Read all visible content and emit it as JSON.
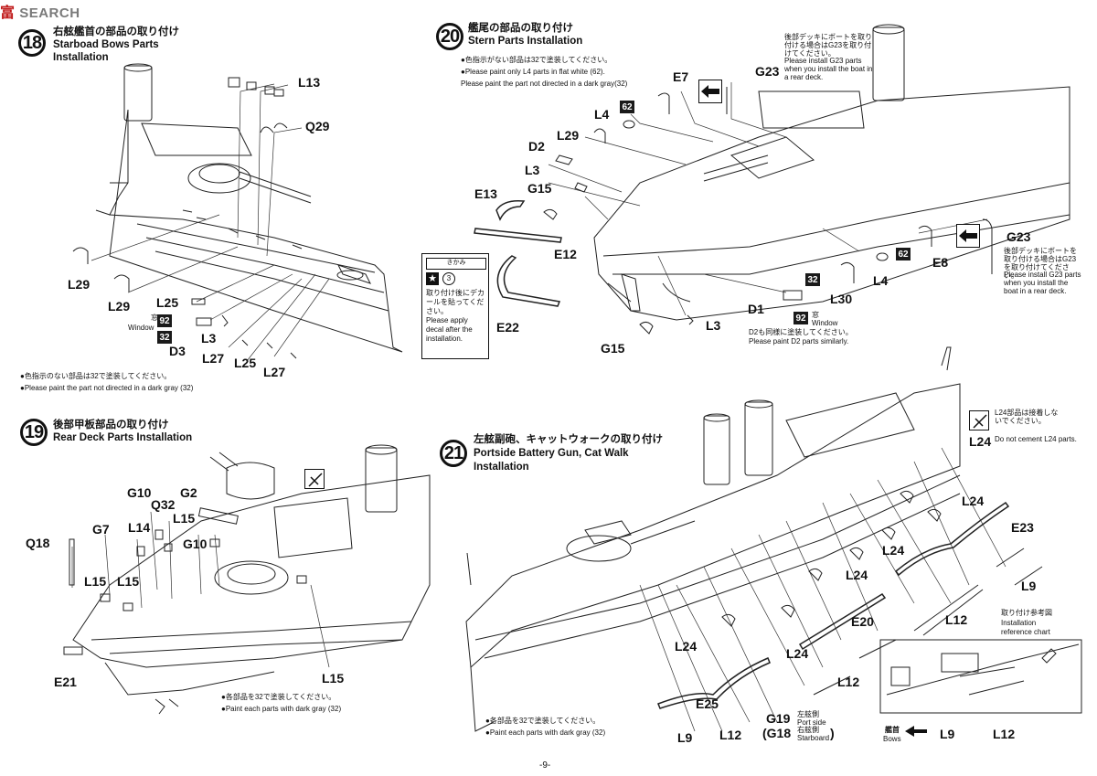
{
  "header": {
    "logo_char": "富",
    "logo_text": "SEARCH"
  },
  "step18": {
    "number": "18",
    "title_jp": "右舷艦首の部品の取り付け",
    "title_en_1": "Starboad Bows Parts",
    "title_en_2": "Installation",
    "note_jp": "●色指示のない部品は32で塗装してください。",
    "note_en": "●Please paint the part not directed in a dark gray (32)",
    "window_jp": "窓",
    "window_en": "Window",
    "paint_window": "92",
    "paint_gray": "32",
    "labels": [
      "L13",
      "Q29",
      "L29",
      "L29",
      "L25",
      "D3",
      "L3",
      "L27",
      "L25",
      "L27"
    ]
  },
  "step19": {
    "number": "19",
    "title_jp": "後部甲板部品の取り付け",
    "title_en": "Rear Deck Parts Installation",
    "note_jp": "●各部品を32で塗装してください。",
    "note_en": "●Paint each parts with dark gray (32)",
    "labels": [
      "G10",
      "Q32",
      "G2",
      "L15",
      "G10",
      "Q18",
      "G7",
      "L14",
      "L15",
      "L15",
      "E21",
      "L15"
    ]
  },
  "step20": {
    "number": "20",
    "title_jp": "艦尾の部品の取り付け",
    "title_en": "Stern Parts Installation",
    "note1_jp": "●色指示がない部品は32で塗装してください。",
    "note2_en": "●Please paint only L4 parts in flat white (62).",
    "note3_en": "Please paint the part not directed in a dark gray(32)",
    "boat_note_jp": "後部デッキにボートを取り付ける場合はG23を取り付けてください。",
    "boat_note_en": "Please install G23 parts when you install the boat in a rear deck.",
    "boat_note2_jp": "後部デッキにボートを取り付ける場合はG23を取り付けてください。",
    "boat_note2_en": "Please install G23 parts when you install the boat in a rear deck.",
    "decal_title": "きかみ",
    "decal_jp": "取り付け後にデカールを貼ってください。",
    "decal_en": "Please apply decal after the installation.",
    "decal_num": "3",
    "window_jp": "窓",
    "window_en": "Window",
    "d2_jp": "D2も同様に塗装してください。",
    "d2_en": "Please paint D2 parts similarly.",
    "paint_white": "62",
    "paint_window": "92",
    "paint_gray": "32",
    "labels": [
      "E7",
      "G23",
      "L4",
      "L29",
      "D2",
      "L3",
      "G15",
      "E13",
      "E12",
      "E22",
      "G15",
      "L3",
      "D1",
      "L30",
      "L4",
      "E8",
      "G23"
    ]
  },
  "step21": {
    "number": "21",
    "title_jp": "左舷副砲、キャットウォークの取り付け",
    "title_en_1": "Portside Battery Gun, Cat Walk",
    "title_en_2": "Installation",
    "cement_jp": "L24部品は接着しないでください。",
    "cement_en": "Do not cement L24 parts.",
    "note_jp": "●各部品を32で塗装してください。",
    "note_en": "●Paint each parts with dark gray (32)",
    "ref_jp": "取り付け参考図",
    "ref_en_1": "Installation",
    "ref_en_2": "reference chart",
    "bows_jp": "艦首",
    "bows_en": "Bows",
    "port_jp": "左舷側",
    "port_en": "Port side",
    "star_jp": "右舷側",
    "star_en": "Starboard",
    "g19": "G19",
    "g18": "(G18",
    "g18_close": ")",
    "labels": [
      "L24",
      "L24",
      "E23",
      "L24",
      "L24",
      "L9",
      "E20",
      "L12",
      "L24",
      "L24",
      "L12",
      "E25",
      "L9",
      "L12",
      "L9",
      "L12"
    ]
  },
  "footer": {
    "page": "-9-"
  },
  "colors": {
    "ink": "#111111",
    "paint_fill": "#1a1a1a",
    "watermark_red": "#c01a1a"
  }
}
